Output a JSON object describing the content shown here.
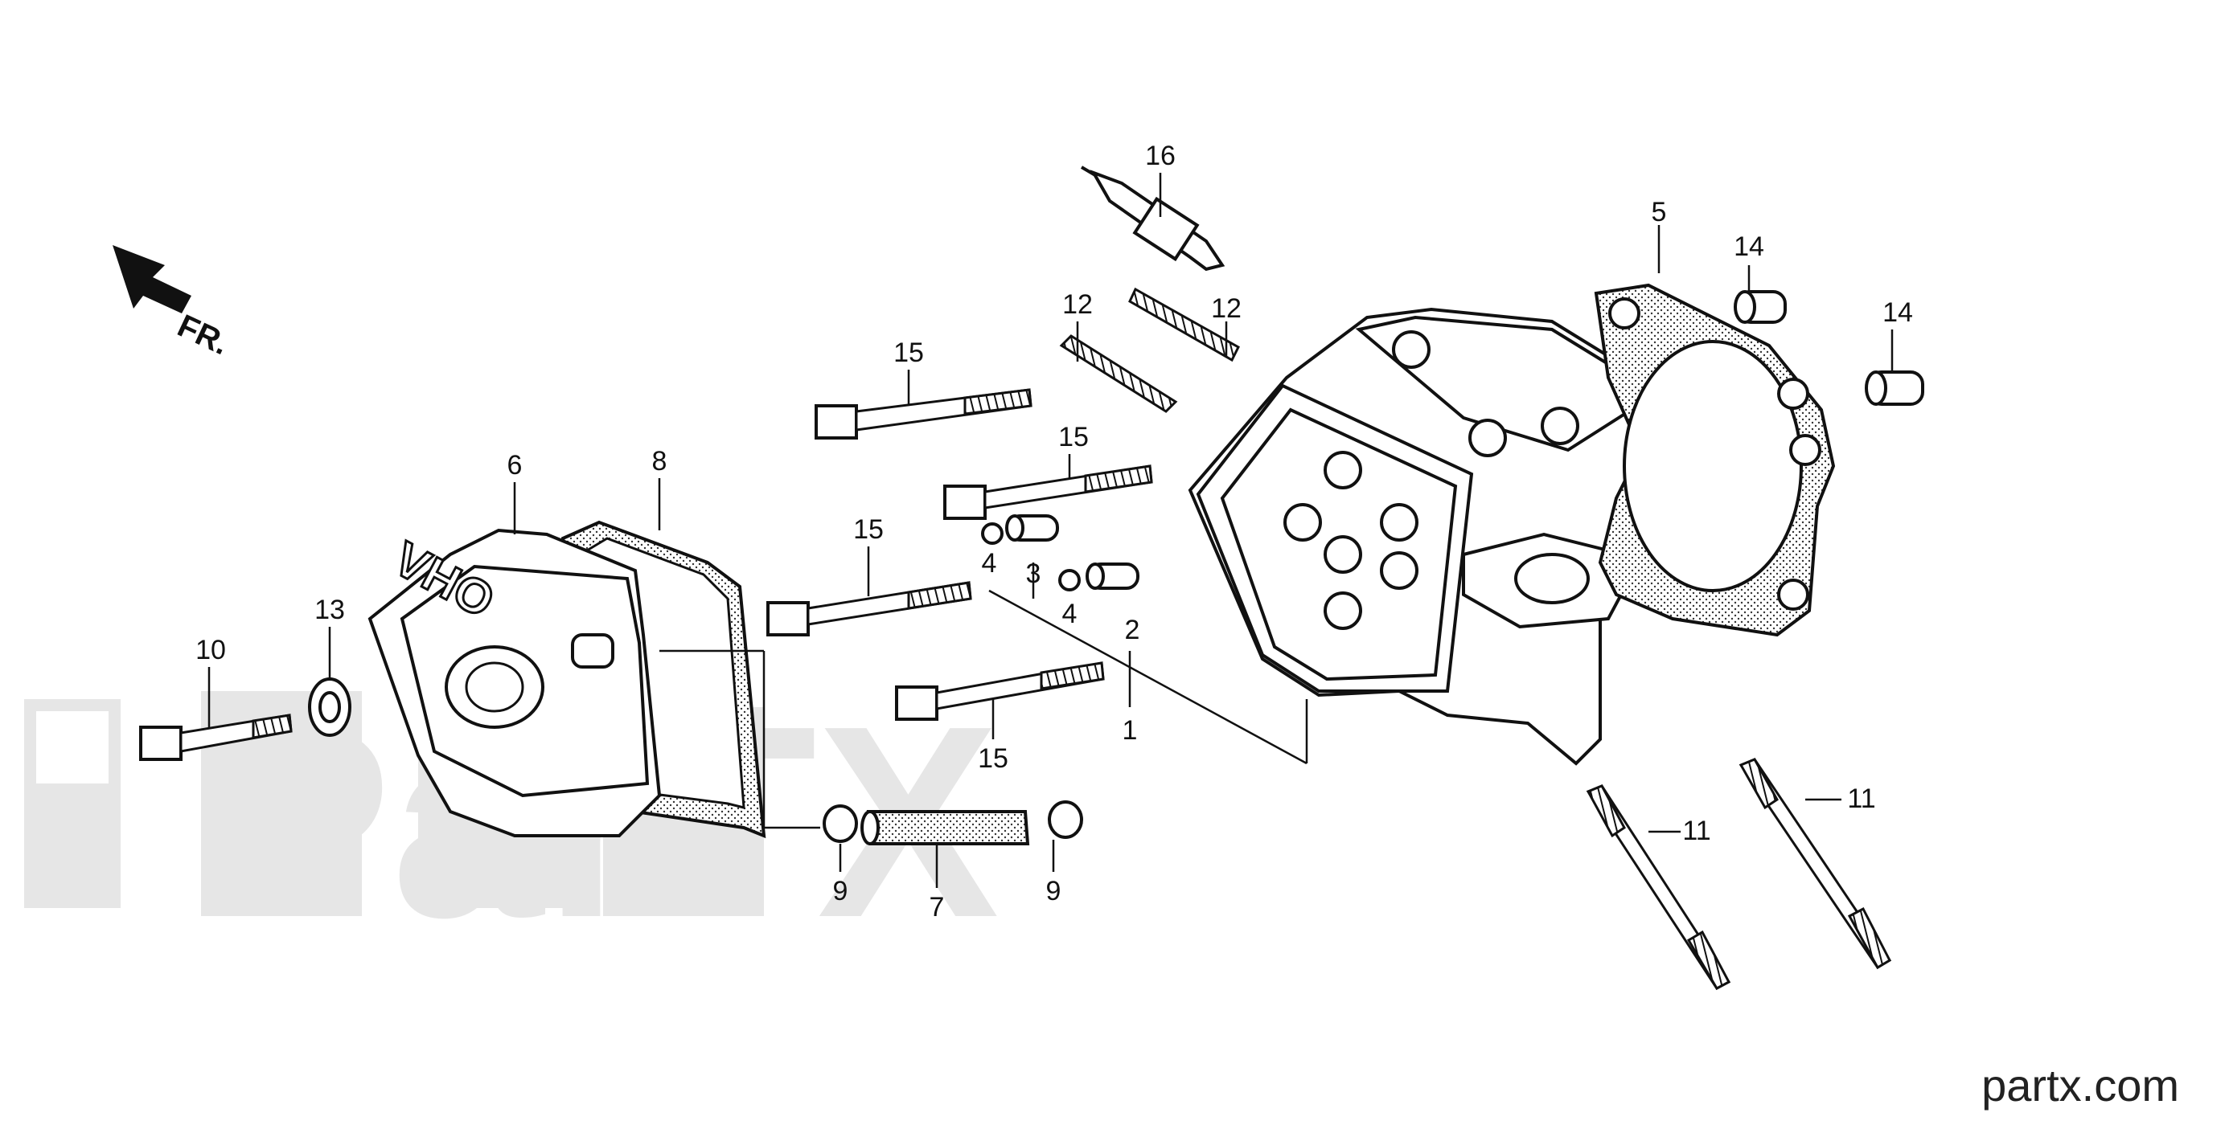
{
  "diagram": {
    "direction_label": "FR.",
    "cover_marking": "OHV",
    "site_credit": "partx.com",
    "watermark_text": "ParTX",
    "callouts": [
      "16",
      "12",
      "12",
      "15",
      "15",
      "15",
      "15",
      "5",
      "14",
      "14",
      "6",
      "8",
      "13",
      "10",
      "4",
      "3",
      "4",
      "2",
      "1",
      "9",
      "7",
      "9",
      "11",
      "11"
    ]
  },
  "colors": {
    "line": "#111111",
    "background": "#ffffff",
    "watermark": "#e6e6e6"
  }
}
